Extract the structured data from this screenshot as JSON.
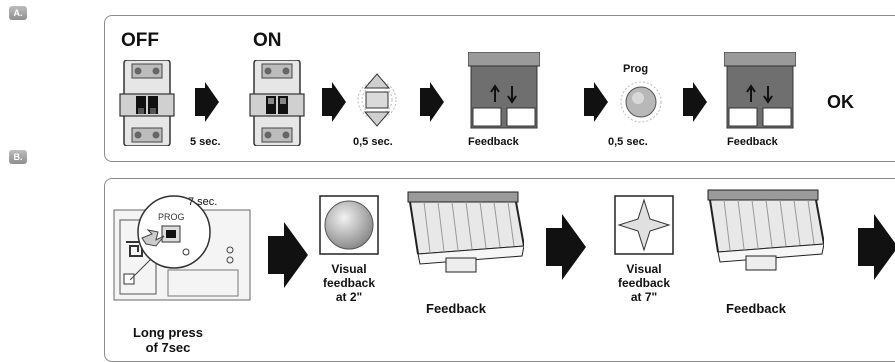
{
  "section_a": {
    "label": "A.",
    "off_label": "OFF",
    "on_label": "ON",
    "wait_label": "5 sec.",
    "press_label": "0,5 sec.",
    "feedback1_label": "Feedback",
    "prog_label": "Prog",
    "prog_time_label": "0,5 sec.",
    "feedback2_label": "Feedback",
    "ok_label": "OK"
  },
  "section_b": {
    "label": "B.",
    "hold_time_label": "7 sec.",
    "prog_button_label": "PROG",
    "long_press_line1": "Long press",
    "long_press_line2": "of 7sec",
    "visual1_line1": "Visual",
    "visual1_line2": "feedback",
    "visual1_line3": "at 2\"",
    "feedback1_label": "Feedback",
    "visual2_line1": "Visual",
    "visual2_line2": "feedback",
    "visual2_line3": "at 7\"",
    "feedback2_label": "Feedback"
  },
  "colors": {
    "border": "#8a8a8a",
    "arrow": "#111111",
    "awning_fabric": "#e8e8e8"
  }
}
